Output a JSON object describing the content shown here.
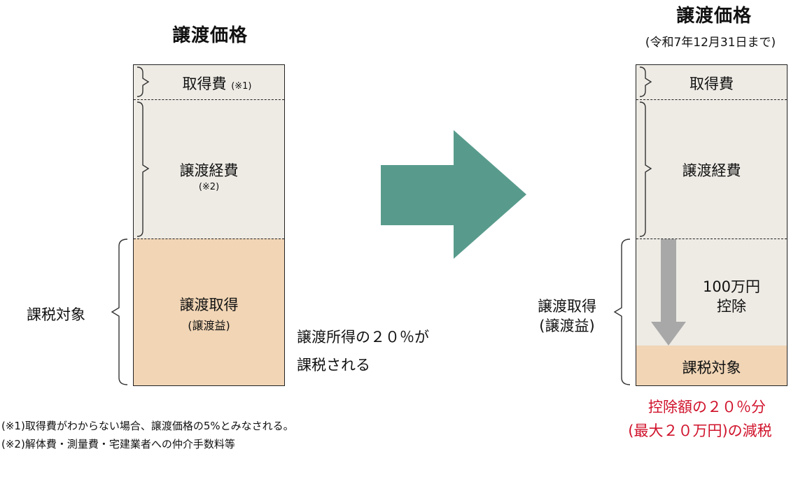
{
  "left": {
    "title": "譲渡価格",
    "acquisition_cost": "取得費",
    "acquisition_note_mark": "(※1)",
    "transfer_expenses": "譲渡経費",
    "transfer_expenses_note_mark": "(※2)",
    "transfer_income": "譲渡取得",
    "transfer_income_sub": "(譲渡益)",
    "taxable_label": "課税対象",
    "tax_note_line1": "譲渡所得の２０％が",
    "tax_note_line2": "課税される"
  },
  "right": {
    "title": "譲渡価格",
    "subtitle": "(令和7年12月31日まで)",
    "acquisition_cost": "取得費",
    "transfer_expenses": "譲渡経費",
    "transfer_income": "譲渡取得",
    "transfer_income_sub": "(譲渡益)",
    "deduction_line1": "100万円",
    "deduction_line2": "控除",
    "taxable_label": "課税対象",
    "reduction_line1": "控除額の２０％分",
    "reduction_line2": "(最大２０万円)の減税"
  },
  "footnotes": [
    "(※1)取得費がわからない場合、譲渡価格の5%とみなされる。",
    "(※2)解体費・測量費・宅建業者への仲介手数料等"
  ],
  "colors": {
    "box_fill": "#eeebe5",
    "income_fill": "#f1d5b5",
    "arrow": "#589b8c",
    "deduction_arrow": "#a8a8a8",
    "highlight_text": "#d0122b"
  }
}
